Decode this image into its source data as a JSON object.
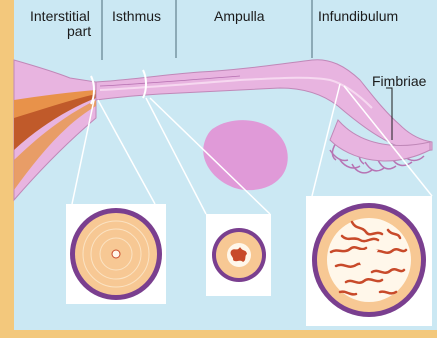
{
  "labels": {
    "interstitial_line1": "Interstitial",
    "interstitial_line2": "part",
    "isthmus": "Isthmus",
    "ampulla": "Ampulla",
    "infundibulum": "Infundibulum",
    "fimbriae": "Fimbriae"
  },
  "colors": {
    "background": "#f3c87c",
    "panel": "#cbe8f3",
    "tube": "#e8b4e0",
    "tube_outline": "#c088b8",
    "muscle_ring": "#7a3f8f",
    "wall": "#f7c894",
    "mucosa": "#fff7ea",
    "ovum": "#e09ad8"
  }
}
